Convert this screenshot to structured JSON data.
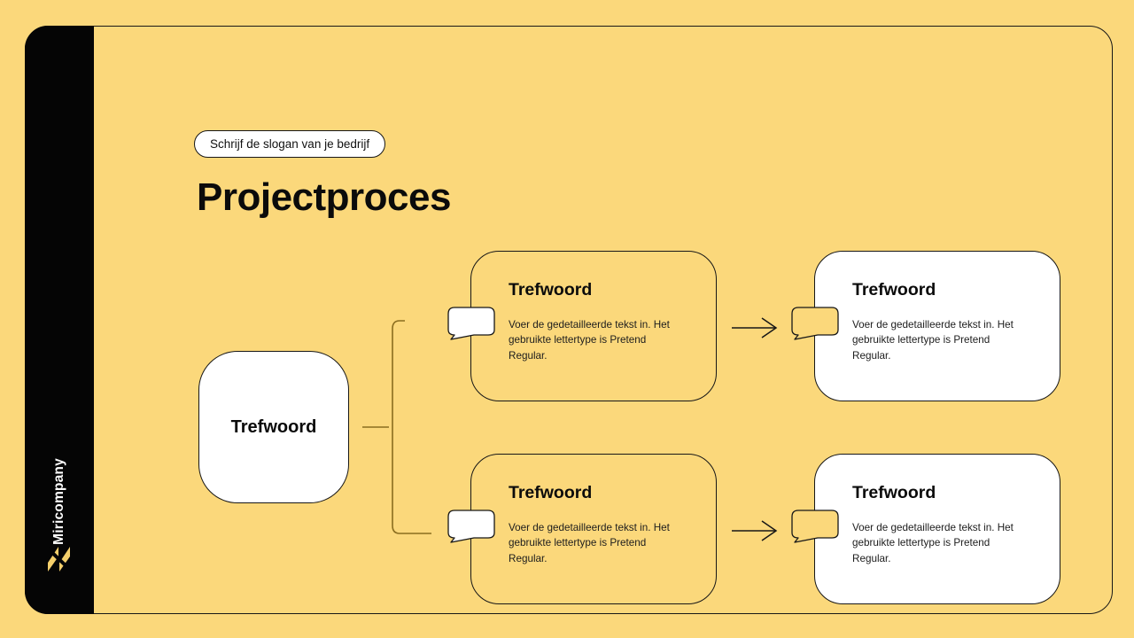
{
  "brand": {
    "name": "Miricompany",
    "logo_icon": "logo-slash-mark",
    "logo_color": "#F4CF6B",
    "sidebar_color": "#050505"
  },
  "header": {
    "slogan_pill": "Schrijf de slogan van je bedrijf",
    "title": "Projectproces"
  },
  "theme": {
    "background": "#FBD87B",
    "card_fill": "#FFFFFF",
    "outline": "#171717",
    "connector": "#8A6D1F"
  },
  "diagram": {
    "type": "process-flow",
    "root": {
      "title": "Trefwoord"
    },
    "rows": [
      {
        "stage": {
          "title": "Trefwoord",
          "body": "Voer de gedetailleerde tekst in. Het gebruikte lettertype is Pretend Regular.",
          "bubble_icon": "speech-bubble-icon"
        },
        "result": {
          "title": "Trefwoord",
          "body": "Voer de gedetailleerde tekst in. Het gebruikte lettertype is Pretend Regular.",
          "bubble_icon": "speech-bubble-icon"
        }
      },
      {
        "stage": {
          "title": "Trefwoord",
          "body": "Voer de gedetailleerde tekst in. Het gebruikte lettertype is Pretend Regular.",
          "bubble_icon": "speech-bubble-icon"
        },
        "result": {
          "title": "Trefwoord",
          "body": "Voer de gedetailleerde tekst in. Het gebruikte lettertype is Pretend Regular.",
          "bubble_icon": "speech-bubble-icon"
        }
      }
    ],
    "connectors": {
      "bracket_icon": "bracket-connector-icon",
      "arrow_icon": "arrow-right-icon"
    }
  }
}
